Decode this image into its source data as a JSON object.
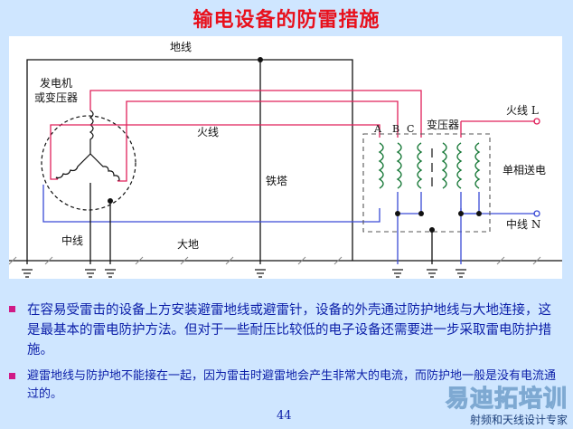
{
  "title": "输电设备的防雷措施",
  "diagram": {
    "ground_wire_label": "地线",
    "generator_label_1": "发电机",
    "generator_label_2": "或变压器",
    "live_wire_label": "火线",
    "tower_label": "铁塔",
    "neutral_label": "中线",
    "earth_label": "大地",
    "phase_a": "A",
    "phase_b": "B",
    "phase_c": "C",
    "transformer_label": "变压器",
    "live_out_label": "火线  L",
    "single_phase_label": "单相送电",
    "neutral_out_label": "中线  N"
  },
  "colors": {
    "wire_red": "#e0205a",
    "wire_blue": "#3a4bd6",
    "coil_green": "#1a7a3a",
    "line_black": "#111111"
  },
  "bullets": [
    "在容易受雷击的设备上方安装避雷地线或避雷针，设备的外壳通过防护地线与大地连接，这是最基本的雷电防护方法。但对于一些耐压比较低的电子设备还需要进一步采取雷电防护措施。",
    "避雷地线与防护地不能接在一起，因为雷击时避雷地会产生非常大的电流，而防护地一般是没有电流通过的。"
  ],
  "page_number": "44",
  "watermark": {
    "main": "易迪拓培训",
    "sub": "射频和天线设计专家"
  }
}
